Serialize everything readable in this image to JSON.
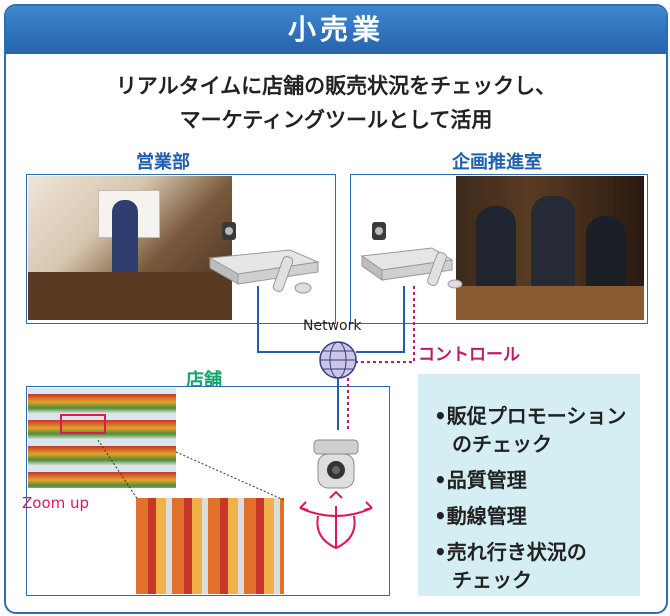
{
  "header": {
    "title": "小売業"
  },
  "subtitle": {
    "line1": "リアルタイムに店舗の販売状況をチェックし、",
    "line2": "マーケティングツールとして活用"
  },
  "locations": {
    "sales_dept": "営業部",
    "planning_room": "企画推進室",
    "store": "店舗"
  },
  "network": {
    "label": "Network",
    "control_label": "コントロール"
  },
  "zoom": {
    "label": "Zoom up"
  },
  "uses": {
    "item1_line1": "•販促プロモーション",
    "item1_line2": "のチェック",
    "item2": "•品質管理",
    "item3": "•動線管理",
    "item4_line1": "•売れ行き状況の",
    "item4_line2": "チェック"
  },
  "colors": {
    "header": "#2b6cb3",
    "label_blue": "#1f5fae",
    "label_green": "#16a36a",
    "control_magenta": "#c2186b",
    "info_bg": "#d4eef3"
  }
}
